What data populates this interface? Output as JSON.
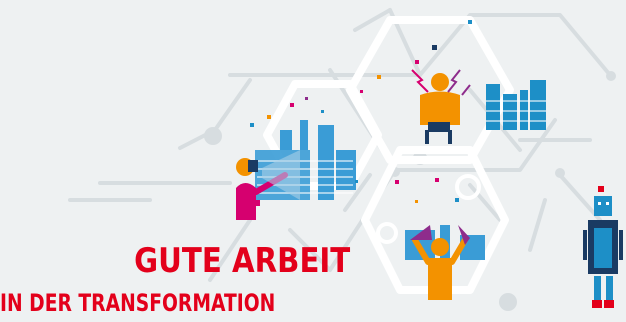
{
  "title": {
    "main": "GUTE ARBEIT",
    "sub": "IN DER TRANSFORMATION"
  },
  "colors": {
    "background": "#eef1f2",
    "accent_red": "#e3001b",
    "orange": "#f39200",
    "magenta": "#d6006f",
    "purple": "#8e2c8c",
    "blue": "#1d8fc7",
    "teal": "#3a9cd6",
    "grey_lines": "#d7dde0",
    "navy": "#1a3b63"
  },
  "icons": [
    "person-with-vr-headset-illustration",
    "person-with-stress-lightning-illustration",
    "person-with-megaphones-illustration",
    "robot-illustration",
    "city-skyline-pixel-illustration",
    "hexagon-network-illustration"
  ]
}
